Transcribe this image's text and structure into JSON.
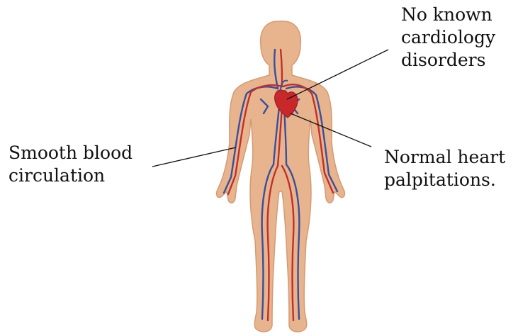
{
  "labels": {
    "top_right": [
      "No known",
      "cardiology",
      "disorders"
    ],
    "left": [
      "Smooth blood",
      "circulation"
    ],
    "right": [
      "Normal heart",
      "palpitations."
    ]
  },
  "colors": {
    "skin": "#e8b48e",
    "skin_shadow": "#d49a74",
    "artery": "#c0302a",
    "vein": "#3a4f9a",
    "heart": "#c8282a",
    "leader_line": "#111111"
  },
  "icons": {
    "figure": "human-body-circulatory-system-illustration",
    "organ": "heart-icon"
  }
}
